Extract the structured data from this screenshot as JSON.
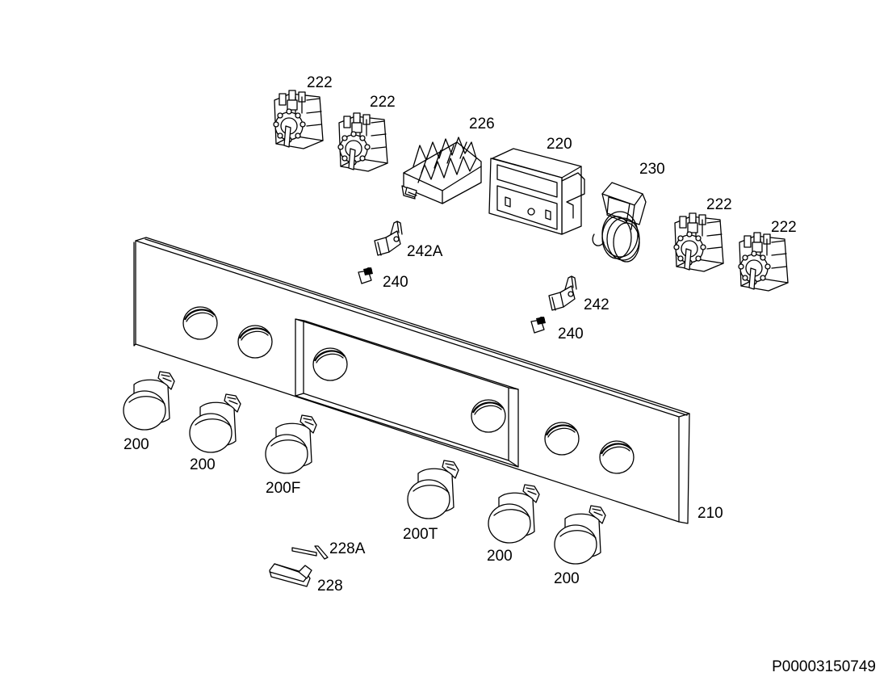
{
  "labels": {
    "l222a": "222",
    "l222b": "222",
    "l226": "226",
    "l220": "220",
    "l230": "230",
    "l222c": "222",
    "l222d": "222",
    "l242a": "242A",
    "l240a": "240",
    "l242": "242",
    "l240b": "240",
    "l200a": "200",
    "l200b": "200",
    "l200f": "200F",
    "l200t": "200T",
    "l200c": "200",
    "l200d": "200",
    "l210": "210",
    "l228a": "228A",
    "l228": "228"
  },
  "drawing_id": "P00003150749"
}
